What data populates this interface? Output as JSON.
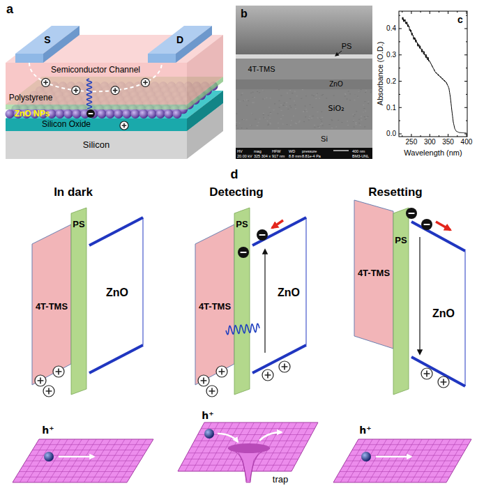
{
  "diagram": {
    "nodes": [
      {
        "text": [
          "Semiconductor Channel"
        ]
      },
      {
        "text": [
          "S"
        ]
      },
      {
        "text": [
          "D"
        ]
      },
      {
        "text": [
          "Polystyrene"
        ]
      },
      {
        "text": [
          "ZnO NPs"
        ]
      },
      {
        "text": [
          "Silicon Oxide"
        ]
      },
      {
        "text": [
          "Silicon"
        ]
      },
      {
        "text": [
          "4T-TMS"
        ]
      },
      {
        "text": [
          "PS"
        ]
      },
      {
        "text": [
          "ZnO"
        ]
      },
      {
        "text": [
          "4T-TMS"
        ]
      },
      {
        "text": [
          "PS"
        ]
      },
      {
        "text": [
          "ZnO"
        ]
      },
      {
        "text": [
          "4T-TMS"
        ]
      },
      {
        "text": [
          "PS"
        ]
      },
      {
        "text": [
          "ZnO"
        ]
      }
    ],
    "labels": [
      "a",
      "b",
      "PS",
      "4T-TMS",
      "ZnO",
      "SiO₂",
      "Si",
      "HV",
      "mag",
      "HFW",
      "WD",
      "pressure",
      "400 nm",
      "20.00 kV",
      "325 304 x",
      "917 nm",
      "8.8 mm",
      "8.81e-4 Pa",
      "BM3-UNL",
      "c",
      "0.4",
      "0.3",
      "0.2",
      "0.1",
      "0.0",
      "250",
      "300",
      "350",
      "400",
      "Absorbance (O.D.)",
      "Wavelength (nm)",
      "d",
      "In dark",
      "Detecting",
      "Resetting",
      "h⁺",
      "h⁺",
      "h⁺",
      "trap"
    ]
  }
}
